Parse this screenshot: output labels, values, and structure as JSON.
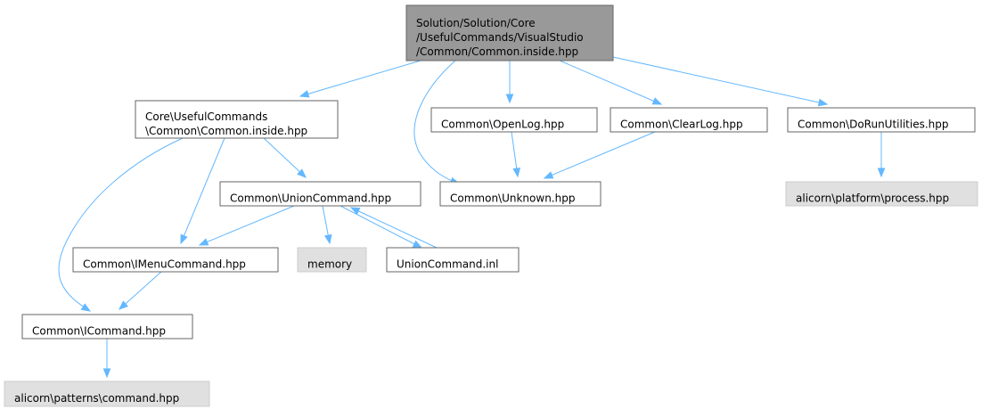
{
  "diagram": {
    "colors": {
      "edge": "#63B8FF",
      "root_fill": "#999999",
      "root_border": "#666666",
      "node_fill": "#ffffff",
      "node_border": "#666666",
      "external_fill": "#e0e0e0",
      "external_border": "#cccccc"
    },
    "nodes": [
      {
        "id": "root",
        "kind": "root",
        "lines": [
          "Solution/Solution/Core",
          "/UsefulCommands/VisualStudio",
          "/Common/Common.inside.hpp"
        ]
      },
      {
        "id": "core_common_inside",
        "kind": "file",
        "lines": [
          "Core\\UsefulCommands",
          "\\Common\\Common.inside.hpp"
        ]
      },
      {
        "id": "openlog",
        "kind": "file",
        "lines": [
          "Common\\OpenLog.hpp"
        ]
      },
      {
        "id": "clearlog",
        "kind": "file",
        "lines": [
          "Common\\ClearLog.hpp"
        ]
      },
      {
        "id": "dorunutilities",
        "kind": "file",
        "lines": [
          "Common\\DoRunUtilities.hpp"
        ]
      },
      {
        "id": "unioncommand_hpp",
        "kind": "file",
        "lines": [
          "Common\\UnionCommand.hpp"
        ]
      },
      {
        "id": "unknown",
        "kind": "file",
        "lines": [
          "Common\\Unknown.hpp"
        ]
      },
      {
        "id": "process",
        "kind": "external",
        "lines": [
          "alicorn\\platform\\process.hpp"
        ]
      },
      {
        "id": "imenucommand",
        "kind": "file",
        "lines": [
          "Common\\IMenuCommand.hpp"
        ]
      },
      {
        "id": "memory",
        "kind": "external",
        "lines": [
          "memory"
        ]
      },
      {
        "id": "unioncommand_inl",
        "kind": "file",
        "lines": [
          "UnionCommand.inl"
        ]
      },
      {
        "id": "icommand",
        "kind": "file",
        "lines": [
          "Common\\ICommand.hpp"
        ]
      },
      {
        "id": "patterns_command",
        "kind": "external",
        "lines": [
          "alicorn\\patterns\\command.hpp"
        ]
      }
    ],
    "edges": [
      {
        "from": "root",
        "to": "core_common_inside"
      },
      {
        "from": "root",
        "to": "unknown"
      },
      {
        "from": "root",
        "to": "openlog"
      },
      {
        "from": "root",
        "to": "clearlog"
      },
      {
        "from": "root",
        "to": "dorunutilities"
      },
      {
        "from": "core_common_inside",
        "to": "unioncommand_hpp"
      },
      {
        "from": "core_common_inside",
        "to": "imenucommand"
      },
      {
        "from": "core_common_inside",
        "to": "icommand"
      },
      {
        "from": "openlog",
        "to": "unknown"
      },
      {
        "from": "clearlog",
        "to": "unknown"
      },
      {
        "from": "dorunutilities",
        "to": "process"
      },
      {
        "from": "unioncommand_hpp",
        "to": "imenucommand"
      },
      {
        "from": "unioncommand_hpp",
        "to": "memory"
      },
      {
        "from": "unioncommand_hpp",
        "to": "unioncommand_inl"
      },
      {
        "from": "unioncommand_inl",
        "to": "unioncommand_hpp"
      },
      {
        "from": "imenucommand",
        "to": "icommand"
      },
      {
        "from": "icommand",
        "to": "patterns_command"
      }
    ]
  }
}
